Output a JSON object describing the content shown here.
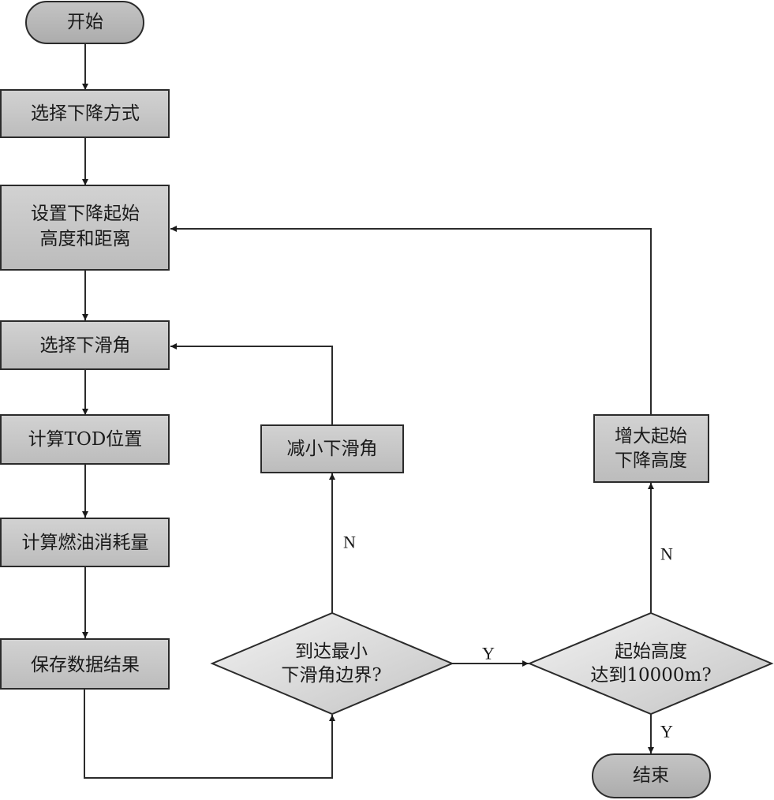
{
  "diagram": {
    "type": "flowchart",
    "nodes": {
      "start": {
        "label": [
          "开始"
        ],
        "shape": "terminator"
      },
      "select_descent_mode": {
        "label": [
          "选择下降方式"
        ],
        "shape": "process"
      },
      "set_start_alt_dist": {
        "label": [
          "设置下降起始",
          "高度和距离"
        ],
        "shape": "process"
      },
      "select_glide_angle": {
        "label": [
          "选择下滑角"
        ],
        "shape": "process"
      },
      "calc_tod": {
        "label": [
          "计算TOD位置"
        ],
        "shape": "process"
      },
      "calc_fuel": {
        "label": [
          "计算燃油消耗量"
        ],
        "shape": "process"
      },
      "save_results": {
        "label": [
          "保存数据结果"
        ],
        "shape": "process"
      },
      "reduce_glide_angle": {
        "label": [
          "减小下滑角"
        ],
        "shape": "process"
      },
      "min_angle_check": {
        "label": [
          "到达最小",
          "下滑角边界?"
        ],
        "shape": "decision"
      },
      "altitude_check": {
        "label": [
          "起始高度",
          "达到10000m?"
        ],
        "shape": "decision"
      },
      "increase_start_alt": {
        "label": [
          "增大起始",
          "下降高度"
        ],
        "shape": "process"
      },
      "end": {
        "label": [
          "结束"
        ],
        "shape": "terminator"
      }
    },
    "edges": [
      {
        "from": "start",
        "to": "select_descent_mode",
        "label": ""
      },
      {
        "from": "select_descent_mode",
        "to": "set_start_alt_dist",
        "label": ""
      },
      {
        "from": "set_start_alt_dist",
        "to": "select_glide_angle",
        "label": ""
      },
      {
        "from": "select_glide_angle",
        "to": "calc_tod",
        "label": ""
      },
      {
        "from": "calc_tod",
        "to": "calc_fuel",
        "label": ""
      },
      {
        "from": "calc_fuel",
        "to": "save_results",
        "label": ""
      },
      {
        "from": "save_results",
        "to": "min_angle_check",
        "label": ""
      },
      {
        "from": "min_angle_check",
        "to": "reduce_glide_angle",
        "label": "N"
      },
      {
        "from": "reduce_glide_angle",
        "to": "select_glide_angle",
        "label": ""
      },
      {
        "from": "min_angle_check",
        "to": "altitude_check",
        "label": "Y"
      },
      {
        "from": "altitude_check",
        "to": "increase_start_alt",
        "label": "N"
      },
      {
        "from": "increase_start_alt",
        "to": "set_start_alt_dist",
        "label": ""
      },
      {
        "from": "altitude_check",
        "to": "end",
        "label": "Y"
      }
    ]
  },
  "colors": {
    "stroke": "#2b2b2b",
    "fill_light": "#e6e6e6",
    "fill_dark": "#bdbdbd",
    "text": "#1a1a1a"
  }
}
